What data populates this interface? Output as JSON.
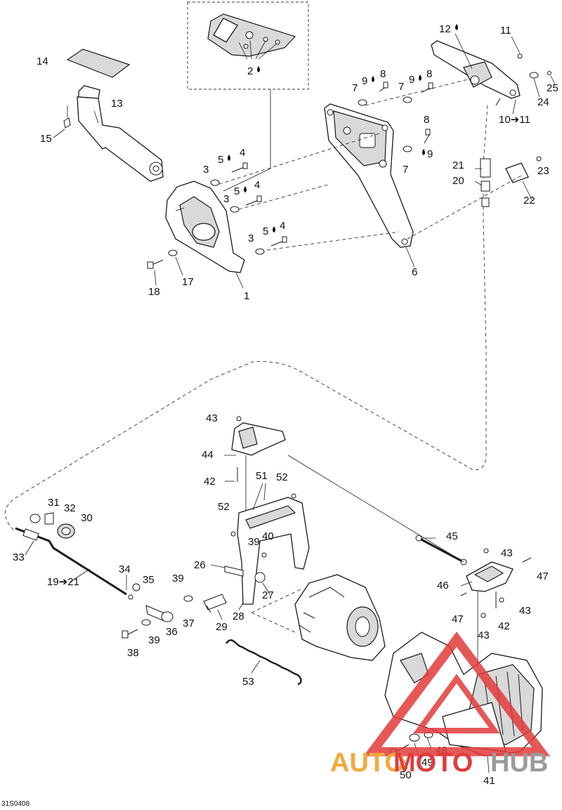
{
  "drawing_code": "31S0408",
  "watermark": {
    "part1": "AUTO",
    "part2": "MOTO",
    "part3": "HUB",
    "color_red": "#e23b3b",
    "color_orange": "#f2a93b",
    "color_grey": "#9a9a9a"
  },
  "callouts": [
    {
      "id": "c14",
      "text": "14"
    },
    {
      "id": "c13",
      "text": "13"
    },
    {
      "id": "c15",
      "text": "15"
    },
    {
      "id": "c2",
      "text": "2"
    },
    {
      "id": "c12",
      "text": "12"
    },
    {
      "id": "c11",
      "text": "11"
    },
    {
      "id": "c9a",
      "text": "9"
    },
    {
      "id": "c8a",
      "text": "8"
    },
    {
      "id": "c9b",
      "text": "9"
    },
    {
      "id": "c8b",
      "text": "8"
    },
    {
      "id": "c7a",
      "text": "7"
    },
    {
      "id": "c7b",
      "text": "7"
    },
    {
      "id": "c25",
      "text": "25"
    },
    {
      "id": "c24",
      "text": "24"
    },
    {
      "id": "c10",
      "text": "10➔11"
    },
    {
      "id": "c5a",
      "text": "5"
    },
    {
      "id": "c4a",
      "text": "4"
    },
    {
      "id": "c3a",
      "text": "3"
    },
    {
      "id": "c5b",
      "text": "5"
    },
    {
      "id": "c4b",
      "text": "4"
    },
    {
      "id": "c3b",
      "text": "3"
    },
    {
      "id": "c8c",
      "text": "8"
    },
    {
      "id": "c9c",
      "text": "9"
    },
    {
      "id": "c7c",
      "text": "7"
    },
    {
      "id": "c21",
      "text": "21"
    },
    {
      "id": "c20",
      "text": "20"
    },
    {
      "id": "c23",
      "text": "23"
    },
    {
      "id": "c22",
      "text": "22"
    },
    {
      "id": "c5c",
      "text": "5"
    },
    {
      "id": "c4c",
      "text": "4"
    },
    {
      "id": "c3c",
      "text": "3"
    },
    {
      "id": "c18",
      "text": "18"
    },
    {
      "id": "c17",
      "text": "17"
    },
    {
      "id": "c1",
      "text": "1"
    },
    {
      "id": "c6",
      "text": "6"
    },
    {
      "id": "c43a",
      "text": "43"
    },
    {
      "id": "c44",
      "text": "44"
    },
    {
      "id": "c42a",
      "text": "42"
    },
    {
      "id": "c51",
      "text": "51"
    },
    {
      "id": "c52a",
      "text": "52"
    },
    {
      "id": "c52b",
      "text": "52"
    },
    {
      "id": "c31",
      "text": "31"
    },
    {
      "id": "c32",
      "text": "32"
    },
    {
      "id": "c30",
      "text": "30"
    },
    {
      "id": "c45",
      "text": "45"
    },
    {
      "id": "c40",
      "text": "40"
    },
    {
      "id": "c39a",
      "text": "39"
    },
    {
      "id": "c33",
      "text": "33"
    },
    {
      "id": "c43b",
      "text": "43"
    },
    {
      "id": "c34",
      "text": "34"
    },
    {
      "id": "c26",
      "text": "26"
    },
    {
      "id": "c47a",
      "text": "47"
    },
    {
      "id": "c46",
      "text": "46"
    },
    {
      "id": "c35",
      "text": "35"
    },
    {
      "id": "c39b",
      "text": "39"
    },
    {
      "id": "c27",
      "text": "27"
    },
    {
      "id": "c19",
      "text": "19➔21"
    },
    {
      "id": "c43c",
      "text": "43"
    },
    {
      "id": "c37",
      "text": "37"
    },
    {
      "id": "c28",
      "text": "28"
    },
    {
      "id": "c29",
      "text": "29"
    },
    {
      "id": "c47b",
      "text": "47"
    },
    {
      "id": "c42b",
      "text": "42"
    },
    {
      "id": "c36",
      "text": "36"
    },
    {
      "id": "c43d",
      "text": "43"
    },
    {
      "id": "c39c",
      "text": "39"
    },
    {
      "id": "c38",
      "text": "38"
    },
    {
      "id": "c53",
      "text": "53"
    },
    {
      "id": "c48",
      "text": "48"
    },
    {
      "id": "c49",
      "text": "49"
    },
    {
      "id": "c50",
      "text": "50"
    },
    {
      "id": "c41",
      "text": "41"
    }
  ]
}
